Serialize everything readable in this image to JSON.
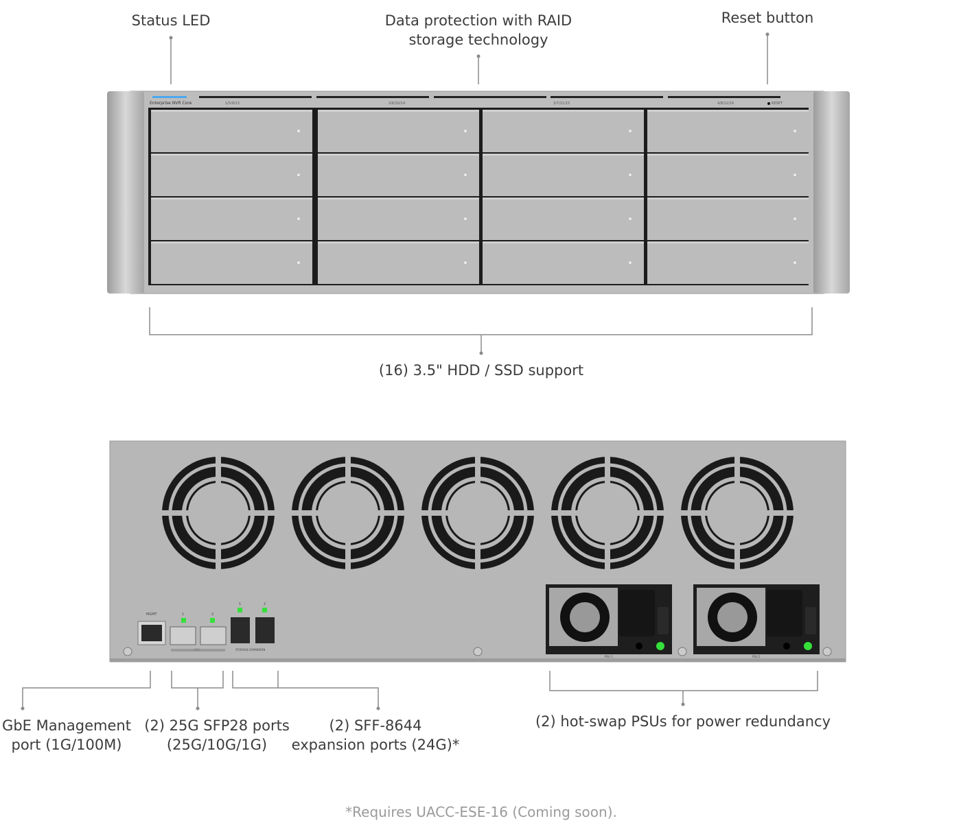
{
  "front": {
    "callouts": {
      "status_led": "Status LED",
      "raid_line1": "Data protection with RAID",
      "raid_line2": "storage technology",
      "reset": "Reset button",
      "drives": "(16) 3.5\" HDD / SSD support"
    },
    "panel": {
      "brand": "Enterprise NVR Core",
      "bay_groups": [
        "1/5/9/13",
        "2/6/10/14",
        "3/7/11/15",
        "4/8/12/16"
      ],
      "reset_label": "RESET"
    }
  },
  "rear": {
    "callouts": {
      "mgmt_line1": "GbE Management",
      "mgmt_line2": "port (1G/100M)",
      "sfp_line1": "(2) 25G SFP28 ports",
      "sfp_line2": "(25G/10G/1G)",
      "sff_line1": "(2) SFF-8644",
      "sff_line2": "expansion ports (24G)*",
      "psu": "(2) hot-swap PSUs for power redundancy"
    },
    "panel": {
      "mgmt_label": "MGMT",
      "sfp_port_labels": [
        "1",
        "2"
      ],
      "sfp_group_label": "25G",
      "sff_port_labels": [
        "1",
        "2"
      ],
      "sff_group_label": "STORAGE EXPANSION",
      "psu_labels": [
        "PSU 1",
        "PSU 2"
      ]
    }
  },
  "footnote": "*Requires UACC-ESE-16 (Coming soon).",
  "colors": {
    "led_green": "#35e03a",
    "status_blue": "#4aa8f0",
    "chassis": "#b9b9b9"
  }
}
